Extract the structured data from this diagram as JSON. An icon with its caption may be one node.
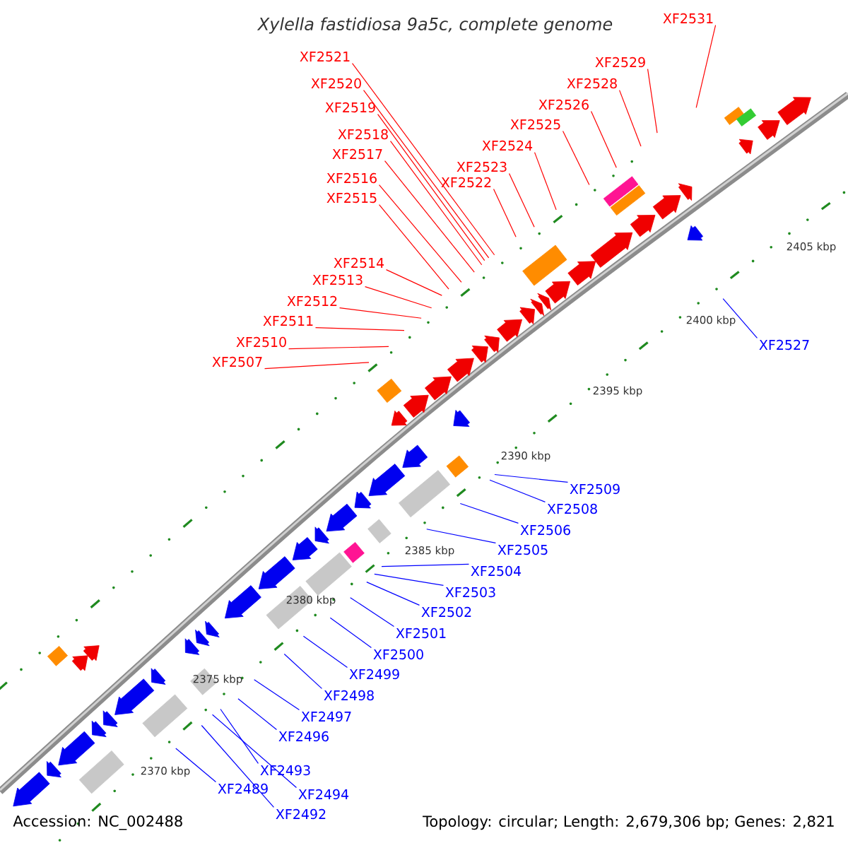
{
  "diagram": {
    "title": "Xylella fastidiosa 9a5c, complete genome",
    "nodes": [
      {
        "text": [
          "XF2531"
        ]
      },
      {
        "text": [
          "XF2521"
        ]
      },
      {
        "text": [
          "XF2529"
        ]
      },
      {
        "text": [
          "XF2520"
        ]
      },
      {
        "text": [
          "XF2528"
        ]
      },
      {
        "text": [
          "XF2526"
        ]
      },
      {
        "text": [
          "XF2519"
        ]
      },
      {
        "text": [
          "XF2525"
        ]
      },
      {
        "text": [
          "XF2518"
        ]
      },
      {
        "text": [
          "XF2524"
        ]
      },
      {
        "text": [
          "XF2517"
        ]
      },
      {
        "text": [
          "XF2523"
        ]
      },
      {
        "text": [
          "XF2516"
        ]
      },
      {
        "text": [
          "XF2522"
        ]
      },
      {
        "text": [
          "XF2515"
        ]
      },
      {
        "text": [
          "XF2514"
        ]
      },
      {
        "text": [
          "XF2513"
        ]
      },
      {
        "text": [
          "XF2512"
        ]
      },
      {
        "text": [
          "XF2511"
        ]
      },
      {
        "text": [
          "XF2527"
        ]
      },
      {
        "text": [
          "XF2510"
        ]
      },
      {
        "text": [
          "XF2507"
        ]
      },
      {
        "text": [
          "XF2509"
        ]
      },
      {
        "text": [
          "XF2508"
        ]
      },
      {
        "text": [
          "XF2506"
        ]
      },
      {
        "text": [
          "XF2505"
        ]
      },
      {
        "text": [
          "XF2504"
        ]
      },
      {
        "text": [
          "XF2503"
        ]
      },
      {
        "text": [
          "XF2502"
        ]
      },
      {
        "text": [
          "XF2501"
        ]
      },
      {
        "text": [
          "XF2500"
        ]
      },
      {
        "text": [
          "XF2499"
        ]
      },
      {
        "text": [
          "XF2498"
        ]
      },
      {
        "text": [
          "XF2497"
        ]
      },
      {
        "text": [
          "XF2496"
        ]
      },
      {
        "text": [
          "XF2493"
        ]
      },
      {
        "text": [
          "XF2489"
        ]
      },
      {
        "text": [
          "XF2494"
        ]
      },
      {
        "text": [
          "XF2492"
        ]
      }
    ],
    "edges": [
      {
        "from": 0,
        "to": null,
        "arrow": "none"
      },
      {
        "from": 1,
        "to": null,
        "arrow": "none"
      },
      {
        "from": 2,
        "to": null,
        "arrow": "none"
      },
      {
        "from": 3,
        "to": null,
        "arrow": "none"
      },
      {
        "from": 4,
        "to": null,
        "arrow": "none"
      },
      {
        "from": 5,
        "to": null,
        "arrow": "none"
      },
      {
        "from": 6,
        "to": null,
        "arrow": "none"
      },
      {
        "from": 7,
        "to": null,
        "arrow": "none"
      },
      {
        "from": 8,
        "to": null,
        "arrow": "none"
      },
      {
        "from": 9,
        "to": null,
        "arrow": "none"
      },
      {
        "from": 10,
        "to": null,
        "arrow": "none"
      },
      {
        "from": 11,
        "to": null,
        "arrow": "none"
      },
      {
        "from": 12,
        "to": null,
        "arrow": "none"
      },
      {
        "from": 13,
        "to": null,
        "arrow": "none"
      },
      {
        "from": 14,
        "to": null,
        "arrow": "none"
      },
      {
        "from": 15,
        "to": null,
        "arrow": "none"
      },
      {
        "from": 16,
        "to": null,
        "arrow": "none"
      },
      {
        "from": 17,
        "to": null,
        "arrow": "none"
      },
      {
        "from": 18,
        "to": null,
        "arrow": "none"
      },
      {
        "from": 19,
        "to": null,
        "arrow": "none",
        "color": "#0000ff"
      },
      {
        "from": 20,
        "to": null,
        "arrow": "none"
      },
      {
        "from": 21,
        "to": null,
        "arrow": "none"
      },
      {
        "from": 22,
        "to": null,
        "arrow": "none",
        "color": "#0000ff"
      },
      {
        "from": 23,
        "to": null,
        "arrow": "none",
        "color": "#0000ff"
      },
      {
        "from": 24,
        "to": null,
        "arrow": "none",
        "color": "#0000ff"
      },
      {
        "from": 25,
        "to": null,
        "arrow": "none",
        "color": "#0000ff"
      },
      {
        "from": 26,
        "to": null,
        "arrow": "none",
        "color": "#0000ff"
      },
      {
        "from": 27,
        "to": null,
        "arrow": "none",
        "color": "#0000ff"
      },
      {
        "from": 28,
        "to": null,
        "arrow": "none",
        "color": "#0000ff"
      },
      {
        "from": 29,
        "to": null,
        "arrow": "none",
        "color": "#0000ff"
      },
      {
        "from": 30,
        "to": null,
        "arrow": "none",
        "color": "#0000ff"
      },
      {
        "from": 31,
        "to": null,
        "arrow": "none",
        "color": "#0000ff"
      },
      {
        "from": 32,
        "to": null,
        "arrow": "none",
        "color": "#0000ff"
      },
      {
        "from": 33,
        "to": null,
        "arrow": "none",
        "color": "#0000ff"
      },
      {
        "from": 34,
        "to": null,
        "arrow": "none",
        "color": "#0000ff"
      },
      {
        "from": 35,
        "to": null,
        "arrow": "none",
        "color": "#0000ff"
      },
      {
        "from": 36,
        "to": null,
        "arrow": "none",
        "color": "#0000ff"
      },
      {
        "from": 37,
        "to": null,
        "arrow": "none",
        "color": "#0000ff"
      },
      {
        "from": 38,
        "to": null,
        "arrow": "none",
        "color": "#0000ff"
      }
    ],
    "labels": [
      "2405 kbp",
      "2400 kbp",
      "2395 kbp",
      "2390 kbp",
      "2385 kbp",
      "2380 kbp",
      "2375 kbp",
      "2370 kbp",
      "Accession: NC_002488",
      "Topology: circular; Length: 2,679,306 bp; Genes: 2,821"
    ]
  }
}
